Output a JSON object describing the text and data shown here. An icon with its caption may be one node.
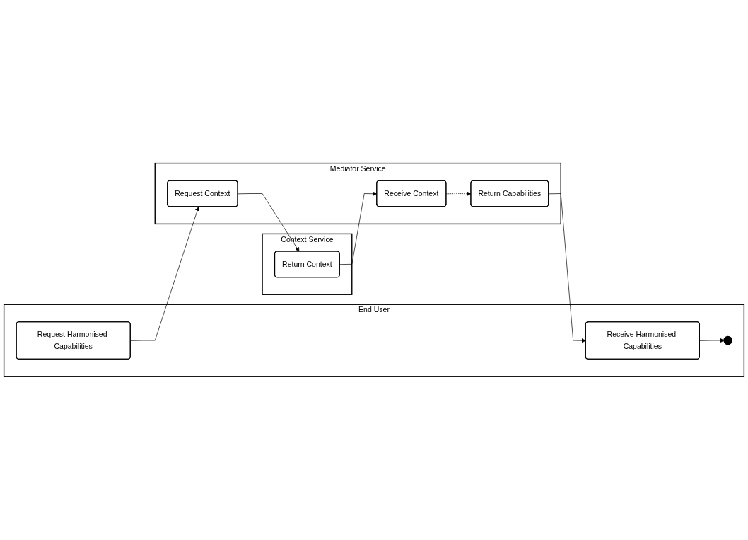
{
  "diagram": {
    "nodes": [
      {
        "text": [
          "End User"
        ]
      },
      {
        "text": [
          "Context Service"
        ]
      },
      {
        "text": [
          "Mediator Service"
        ]
      },
      {
        "text": [
          "Request Harmonised Capabilities"
        ],
        "in": 0
      },
      {
        "text": [
          "Receive Harmonised Capabilities"
        ],
        "in": 0
      },
      {
        "text": [],
        "shape": "circle",
        "in": 0
      },
      {
        "text": [
          "Return Context"
        ],
        "in": 1
      },
      {
        "text": [
          "Request Context"
        ],
        "in": 2
      },
      {
        "text": [
          "Receive Context"
        ],
        "in": 2
      },
      {
        "text": [
          "Return Capabilities"
        ],
        "in": 2
      }
    ],
    "edges": [
      {
        "from": 3,
        "to": 7,
        "arrow": "to"
      },
      {
        "from": 7,
        "to": 6,
        "arrow": "to"
      },
      {
        "from": 6,
        "to": 8,
        "arrow": "to"
      },
      {
        "from": 8,
        "to": 9,
        "arrow": "to",
        "style": "dashed"
      },
      {
        "from": 9,
        "to": 4,
        "arrow": "to"
      },
      {
        "from": 4,
        "to": 5,
        "arrow": "to"
      }
    ]
  }
}
